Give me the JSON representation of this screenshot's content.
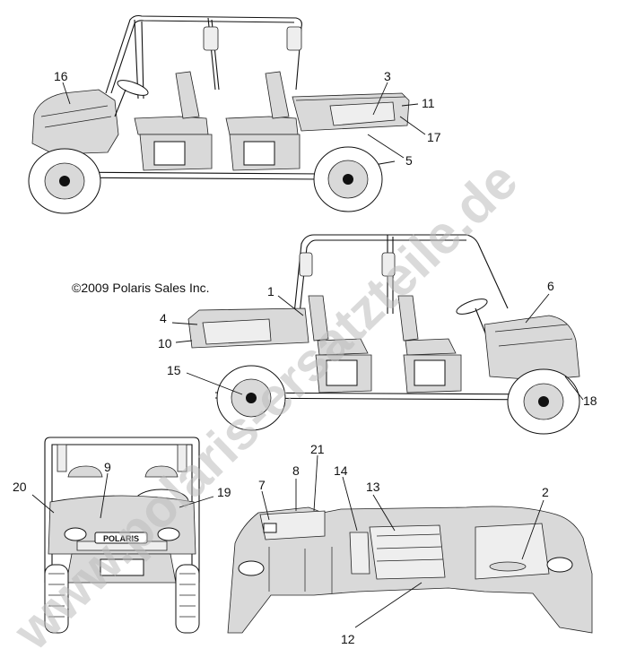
{
  "copyright": "©2009 Polaris Sales Inc.",
  "grille_badge": "POLARIS",
  "watermark": "www.polaris-ersatzteile.de",
  "callouts": [
    "16",
    "3",
    "11",
    "17",
    "5",
    "1",
    "6",
    "4",
    "10",
    "15",
    "18",
    "9",
    "20",
    "19",
    "8",
    "21",
    "7",
    "14",
    "13",
    "2",
    "12"
  ]
}
